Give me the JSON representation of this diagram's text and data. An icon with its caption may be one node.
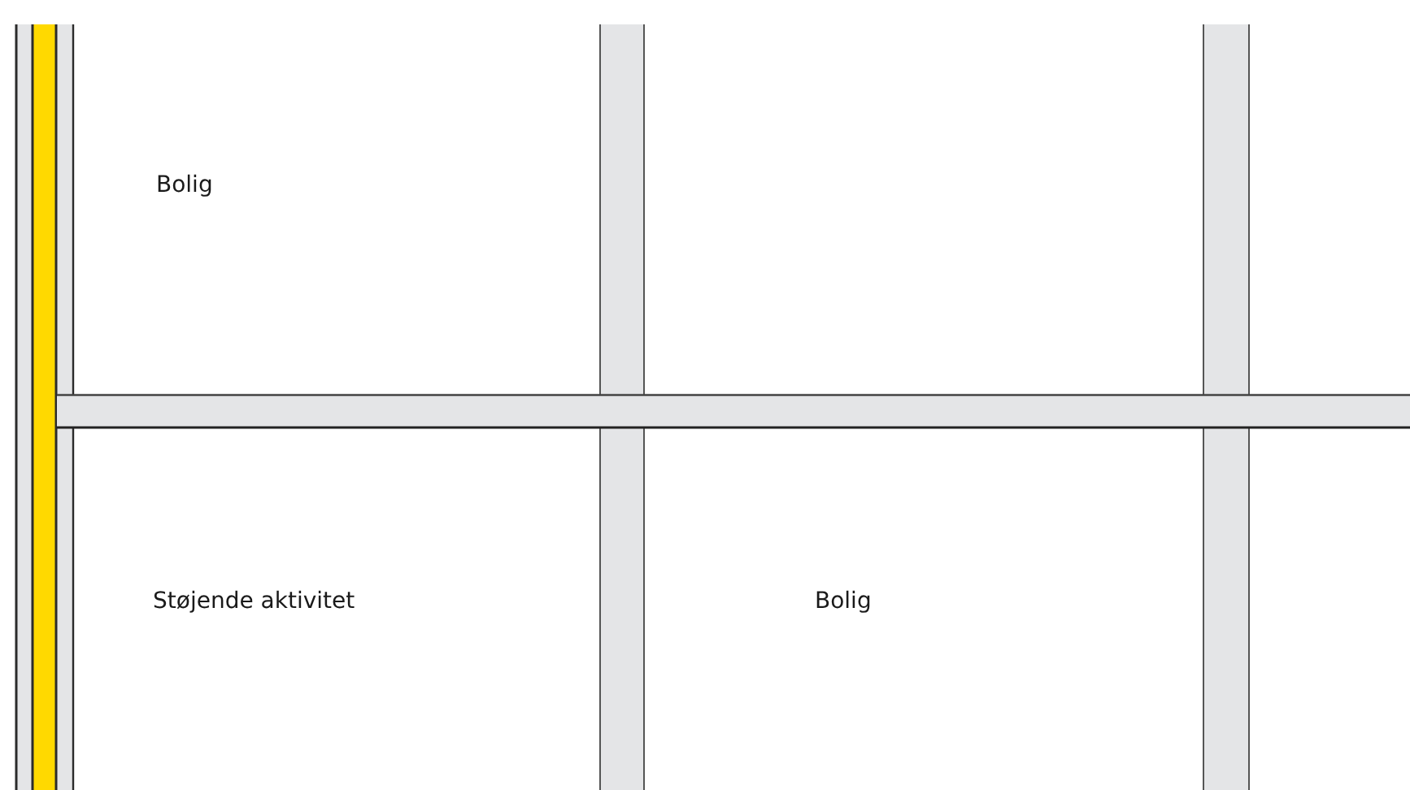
{
  "diagram": {
    "labels": [
      "Bolig",
      "Støjende aktivitet",
      "Bolig"
    ]
  }
}
